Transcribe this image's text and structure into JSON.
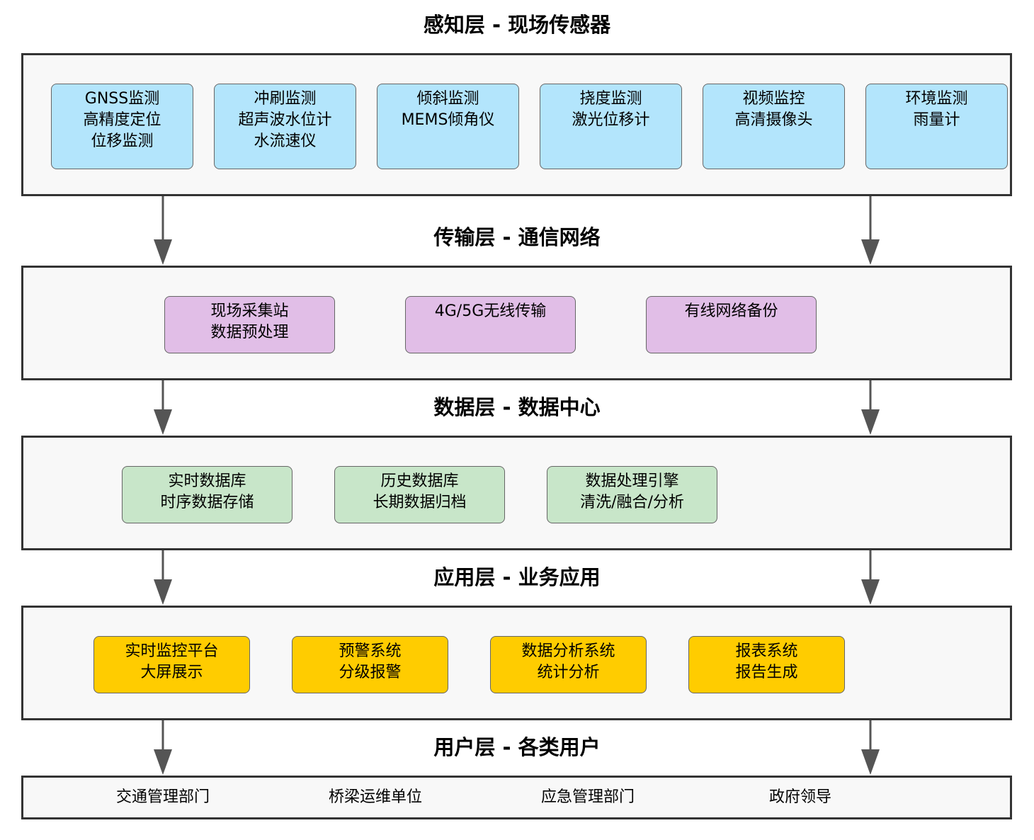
{
  "layers": {
    "perception": {
      "title": "感知层 - 现场传感器",
      "nodes": [
        {
          "lines": [
            "GNSS监测",
            "高精度定位",
            "位移监测"
          ]
        },
        {
          "lines": [
            "冲刷监测",
            "超声波水位计",
            "水流速仪"
          ]
        },
        {
          "lines": [
            "倾斜监测",
            "MEMS倾角仪"
          ]
        },
        {
          "lines": [
            "挠度监测",
            "激光位移计"
          ]
        },
        {
          "lines": [
            "视频监控",
            "高清摄像头"
          ]
        },
        {
          "lines": [
            "环境监测",
            "雨量计"
          ]
        }
      ]
    },
    "transport": {
      "title": "传输层 - 通信网络",
      "nodes": [
        {
          "lines": [
            "现场采集站",
            "数据预处理"
          ]
        },
        {
          "lines": [
            "4G/5G无线传输"
          ]
        },
        {
          "lines": [
            "有线网络备份"
          ]
        }
      ]
    },
    "data": {
      "title": "数据层 - 数据中心",
      "nodes": [
        {
          "lines": [
            "实时数据库",
            "时序数据存储"
          ]
        },
        {
          "lines": [
            "历史数据库",
            "长期数据归档"
          ]
        },
        {
          "lines": [
            "数据处理引擎",
            "清洗/融合/分析"
          ]
        }
      ]
    },
    "application": {
      "title": "应用层 - 业务应用",
      "nodes": [
        {
          "lines": [
            "实时监控平台",
            "大屏展示"
          ]
        },
        {
          "lines": [
            "预警系统",
            "分级报警"
          ]
        },
        {
          "lines": [
            "数据分析系统",
            "统计分析"
          ]
        },
        {
          "lines": [
            "报表系统",
            "报告生成"
          ]
        }
      ]
    },
    "user": {
      "title": "用户层 - 各类用户",
      "nodes": [
        "交通管理部门",
        "桥梁运维单位",
        "应急管理部门",
        "政府领导"
      ]
    }
  },
  "colors": {
    "sensor": "#b3e5fc",
    "transport": "#e1bee7",
    "data": "#c8e6c9",
    "application": "#ffcc00",
    "arrow": "#555555"
  }
}
